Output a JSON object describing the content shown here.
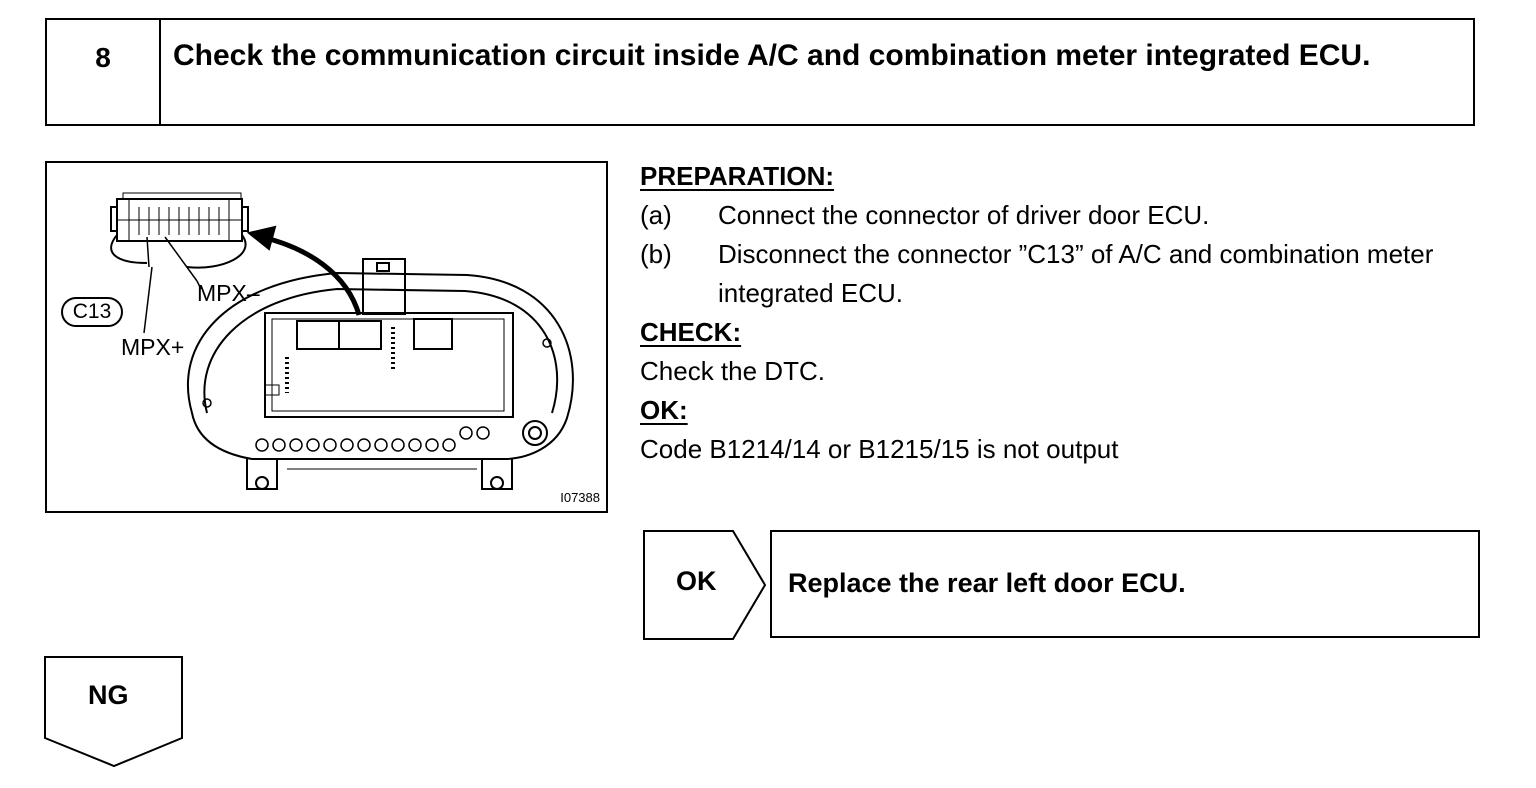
{
  "step": {
    "number": "8",
    "title": "Check the communication circuit inside A/C and combination meter integrated ECU."
  },
  "figure": {
    "labels": {
      "mpx_minus": "MPX–",
      "mpx_plus": "MPX+",
      "connector": "C13",
      "figure_id": "I07388"
    }
  },
  "preparation": {
    "heading": "PREPARATION:",
    "items": [
      {
        "letter": "(a)",
        "text": "Connect the connector of driver door ECU."
      },
      {
        "letter": "(b)",
        "text": "Disconnect the connector ”C13” of A/C and combination meter integrated ECU."
      }
    ]
  },
  "check": {
    "heading": "CHECK:",
    "text": "Check the DTC."
  },
  "ok": {
    "heading": "OK:",
    "text": "Code B1214/14 or B1215/15 is not output"
  },
  "result_ok": {
    "label": "OK",
    "action": "Replace the rear left door ECU."
  },
  "result_ng": {
    "label": "NG"
  }
}
